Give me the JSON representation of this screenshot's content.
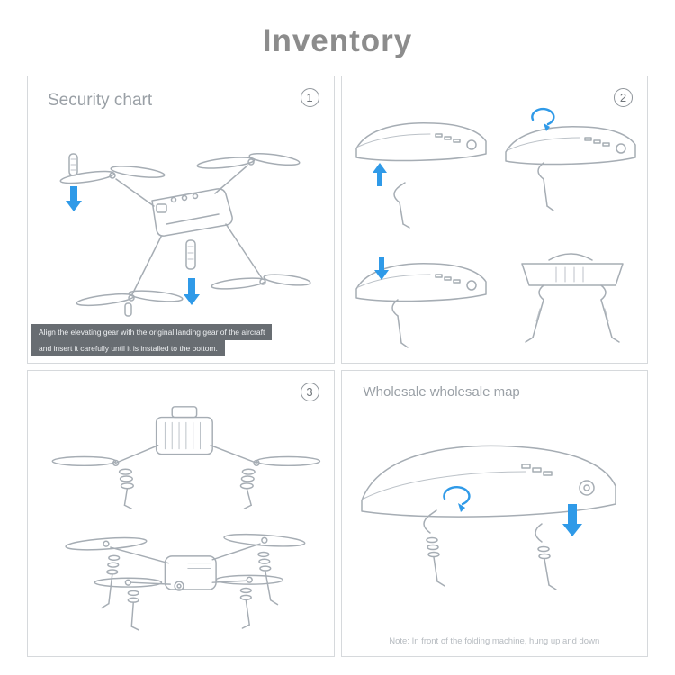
{
  "page": {
    "title": "Inventory"
  },
  "colors": {
    "accent_blue": "#2f9ae8",
    "line_gray": "#a6adb4",
    "title_gray": "#8c8c8c",
    "panel_border": "#d6d9dc",
    "caption_bg": "#686d72"
  },
  "panels": {
    "security": {
      "number": "1",
      "title": "Security chart",
      "caption_line1": "Align the elevating gear with the original landing gear of the aircraft",
      "caption_line2": "and insert it carefully until it is installed to the bottom."
    },
    "steps_detail": {
      "number": "2"
    },
    "installed_view": {
      "number": "3"
    },
    "wholesale": {
      "title": "Wholesale wholesale map",
      "note": "Note: In front of the folding machine, hung up and down"
    }
  }
}
